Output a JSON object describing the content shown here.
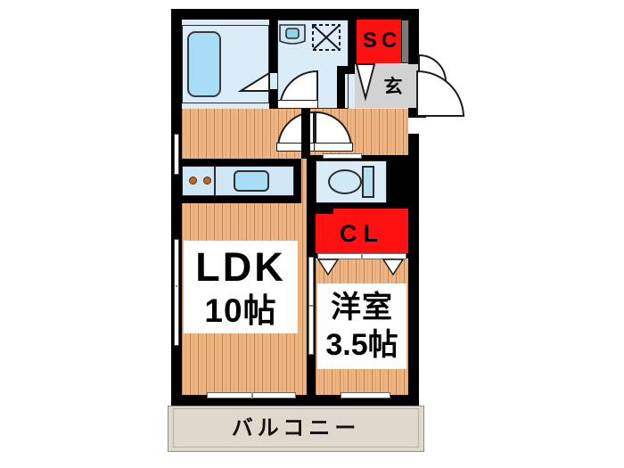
{
  "plan": {
    "title": "apartment-floor-plan",
    "rooms": [
      {
        "key": "ldk",
        "name": "LDK",
        "line1": "LDK",
        "line2": "10帖"
      },
      {
        "key": "washitsu",
        "name": "Yoshitsu",
        "line1": "洋室",
        "line2": "3.5帖"
      }
    ],
    "labels": {
      "ldk_line1": "LDK",
      "ldk_line2": "10帖",
      "room_line1": "洋室",
      "room_line2": "3.5帖",
      "closet": "CL",
      "shoe_closet": "SC",
      "entrance": "玄",
      "balcony": "バルコニー"
    },
    "colors": {
      "wall": "#000000",
      "wood_floor": "#eeb583",
      "closet_red": "#ff1111",
      "water_area": "#d9ecf7",
      "entrance_gray": "#d2d2d2",
      "balcony_beige": "#dfd8cc",
      "fixture_blue": "#a9ddf5",
      "background": "#ffffff"
    },
    "fixtures": [
      {
        "name": "bathtub",
        "icon": "bathtub-icon"
      },
      {
        "name": "washbasin",
        "icon": "washbasin-icon"
      },
      {
        "name": "washing-machine-space",
        "icon": "washing-machine-icon"
      },
      {
        "name": "toilet",
        "icon": "toilet-icon"
      },
      {
        "name": "kitchen-sink",
        "icon": "sink-icon"
      },
      {
        "name": "gas-stove",
        "icon": "stove-icon"
      }
    ]
  }
}
